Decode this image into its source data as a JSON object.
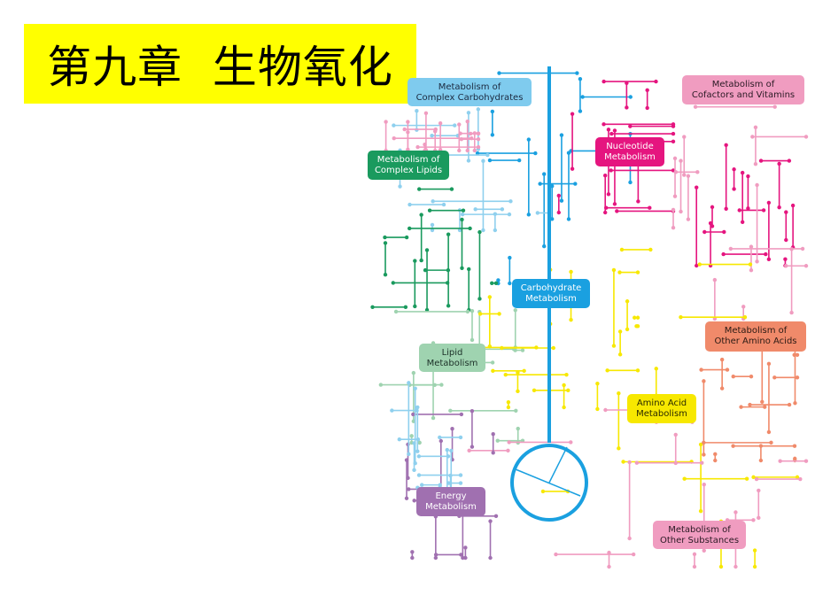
{
  "slide": {
    "title": "第九章  生物氧化"
  },
  "map": {
    "labels": {
      "complex_carbohydrates": [
        "Metabolism of",
        "Complex Carbohydrates"
      ],
      "cofactors_vitamins": [
        "Metabolism of",
        "Cofactors and Vitamins"
      ],
      "nucleotide": [
        "Nucleotide",
        "Metabolism"
      ],
      "complex_lipids": [
        "Metabolism of",
        "Complex Lipids"
      ],
      "carbohydrate": [
        "Carbohydrate",
        "Metabolism"
      ],
      "lipid": [
        "Lipid",
        "Metabolism"
      ],
      "other_amino_acids": [
        "Metabolism of",
        "Other Amino Acids"
      ],
      "amino_acid": [
        "Amino Acid",
        "Metabolism"
      ],
      "energy": [
        "Energy",
        "Metabolism"
      ],
      "other_substances": [
        "Metabolism of",
        "Other Substances"
      ]
    }
  }
}
